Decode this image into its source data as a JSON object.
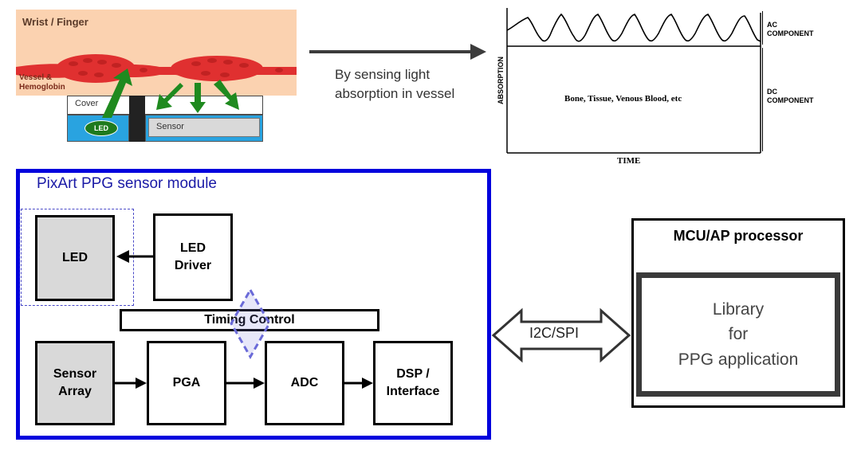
{
  "illustration": {
    "region_label": "Wrist / Finger",
    "vessel_label": "Vessel &\nHemoglobin",
    "cover_label": "Cover",
    "led_label": "LED",
    "sensor_label": "Sensor"
  },
  "caption": "By sensing light\nabsorption in vessel",
  "waveform": {
    "ac_label": "AC\nCOMPONENT",
    "dc_label": "DC\nCOMPONENT",
    "body_label": "Bone, Tissue, Venous Blood, etc",
    "y_axis_label": "ABSORPTION",
    "x_axis_label": "TIME"
  },
  "module": {
    "title": "PixArt PPG sensor module",
    "led": "LED",
    "led_driver": "LED\nDriver",
    "timing_control": "Timing Control",
    "sensor_array": "Sensor\nArray",
    "pga": "PGA",
    "adc": "ADC",
    "dsp": "DSP /\nInterface"
  },
  "bus_label": "I2C/SPI",
  "processor": {
    "title": "MCU/AP processor",
    "library": "Library\nfor\nPPG application"
  },
  "colors": {
    "module_border": "#0000dd",
    "module_title": "#1a1aa6",
    "skin": "#fbd2b0",
    "vessel": "#e03030",
    "arrow_green": "#1f8a1f",
    "led_blue": "#29a3e0",
    "led_green": "#1e7a1e"
  }
}
